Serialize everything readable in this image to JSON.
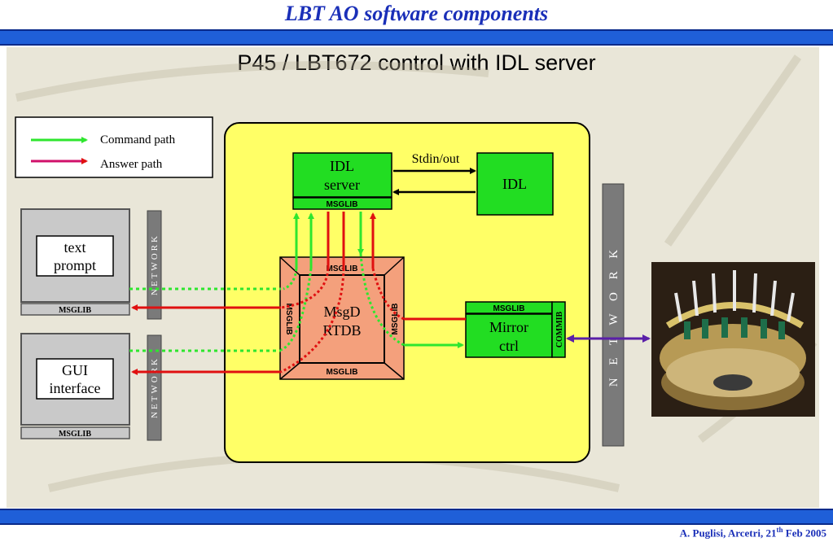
{
  "header": {
    "title": "LBT AO software components",
    "subtitle": "P45 / LBT672 control with IDL server"
  },
  "legend": {
    "command_label": "Command path",
    "answer_label": "Answer path"
  },
  "nodes": {
    "idl_server_line1": "IDL",
    "idl_server_line2": "server",
    "idl": "IDL",
    "stdin_out": "Stdin/out",
    "msgd_line1": "MsgD",
    "msgd_line2": "RTDB",
    "mirror_line1": "Mirror",
    "mirror_line2": "ctrl",
    "commib": "COMMIB",
    "text_prompt_line1": "text",
    "text_prompt_line2": "prompt",
    "gui_line1": "GUI",
    "gui_line2": "interface",
    "msglib": "MSGLIB",
    "network_small": "NETWORK",
    "network_large": "N E T W O R K"
  },
  "footer": {
    "author": "A. Puglisi, Arcetri, 21",
    "superscript": "th",
    "date": " Feb 2005"
  },
  "colors": {
    "accent_blue": "#1f5fd8",
    "title_blue": "#1a2fb8",
    "command_green": "#2ee62e",
    "answer_red": "#e01010",
    "yellow_box": "#ffff66",
    "component_green": "#22dd22",
    "msgd_orange": "#f4a07c",
    "link_purple": "#5a1fa8"
  }
}
